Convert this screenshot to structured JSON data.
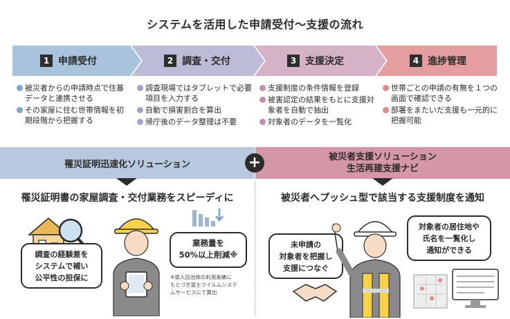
{
  "title": "システムを活用した申請受付〜支援の流れ",
  "colors": {
    "step1": "#a9c3dd",
    "step2": "#bcbcd7",
    "step3": "#d5b2c6",
    "step4": "#e59d9f",
    "dot1": "#7da6d2",
    "dot2": "#a2a2c6",
    "dot3": "#c48ea8",
    "dot4": "#de8b8b",
    "band_left": "#b7c8df",
    "band_right": "#d596a6"
  },
  "steps": [
    {
      "num": "1",
      "label": "申請受付",
      "bullets": [
        "被災者からの申請時点で住基データと連携させる",
        "その家屋に住む世帯情報を初期段階から把握する"
      ]
    },
    {
      "num": "2",
      "label": "調査・交付",
      "bullets": [
        "調査現場ではタブレットで必要項目を入力する",
        "自動で損害割合を算出",
        "帰庁後のデータ整理は不要"
      ]
    },
    {
      "num": "3",
      "label": "支援決定",
      "bullets": [
        "支援制度の条件情報を登録",
        "被害認定の結果をもとに支援対象者を自動で抽出",
        "対象者のデータを一覧化"
      ]
    },
    {
      "num": "4",
      "label": "進捗管理",
      "bullets": [
        "世帯ごとの申請の有無を１つの画面で確認できる",
        "部署をまたいだ支援も一元的に把握可能"
      ]
    }
  ],
  "left_solution": {
    "name": "罹災証明迅速化ソリューション",
    "headline": "罹災証明書の家屋調査・交付業務をスピーディに",
    "callout_left": [
      "調査の経験差を",
      "システムで補い",
      "公平性の担保に"
    ],
    "callout_right": [
      "業務量を",
      "50%以上削減※"
    ],
    "note": [
      "※導入自治体の利用実績に",
      "もとづき富士フイルムシステ",
      "ムサービスにて算出"
    ]
  },
  "plus_symbol": "+",
  "right_solution": {
    "name_line1": "被災者支援ソリューション",
    "name_line2": "生活再建支援ナビ",
    "headline": "被災者へプッシュ型で該当する支援制度を通知",
    "callout_left": [
      "未申請の",
      "対象者を把握し",
      "支援につなぐ"
    ],
    "callout_right": [
      "対象者の居住地や",
      "氏名を一覧化し",
      "通知ができる"
    ]
  }
}
